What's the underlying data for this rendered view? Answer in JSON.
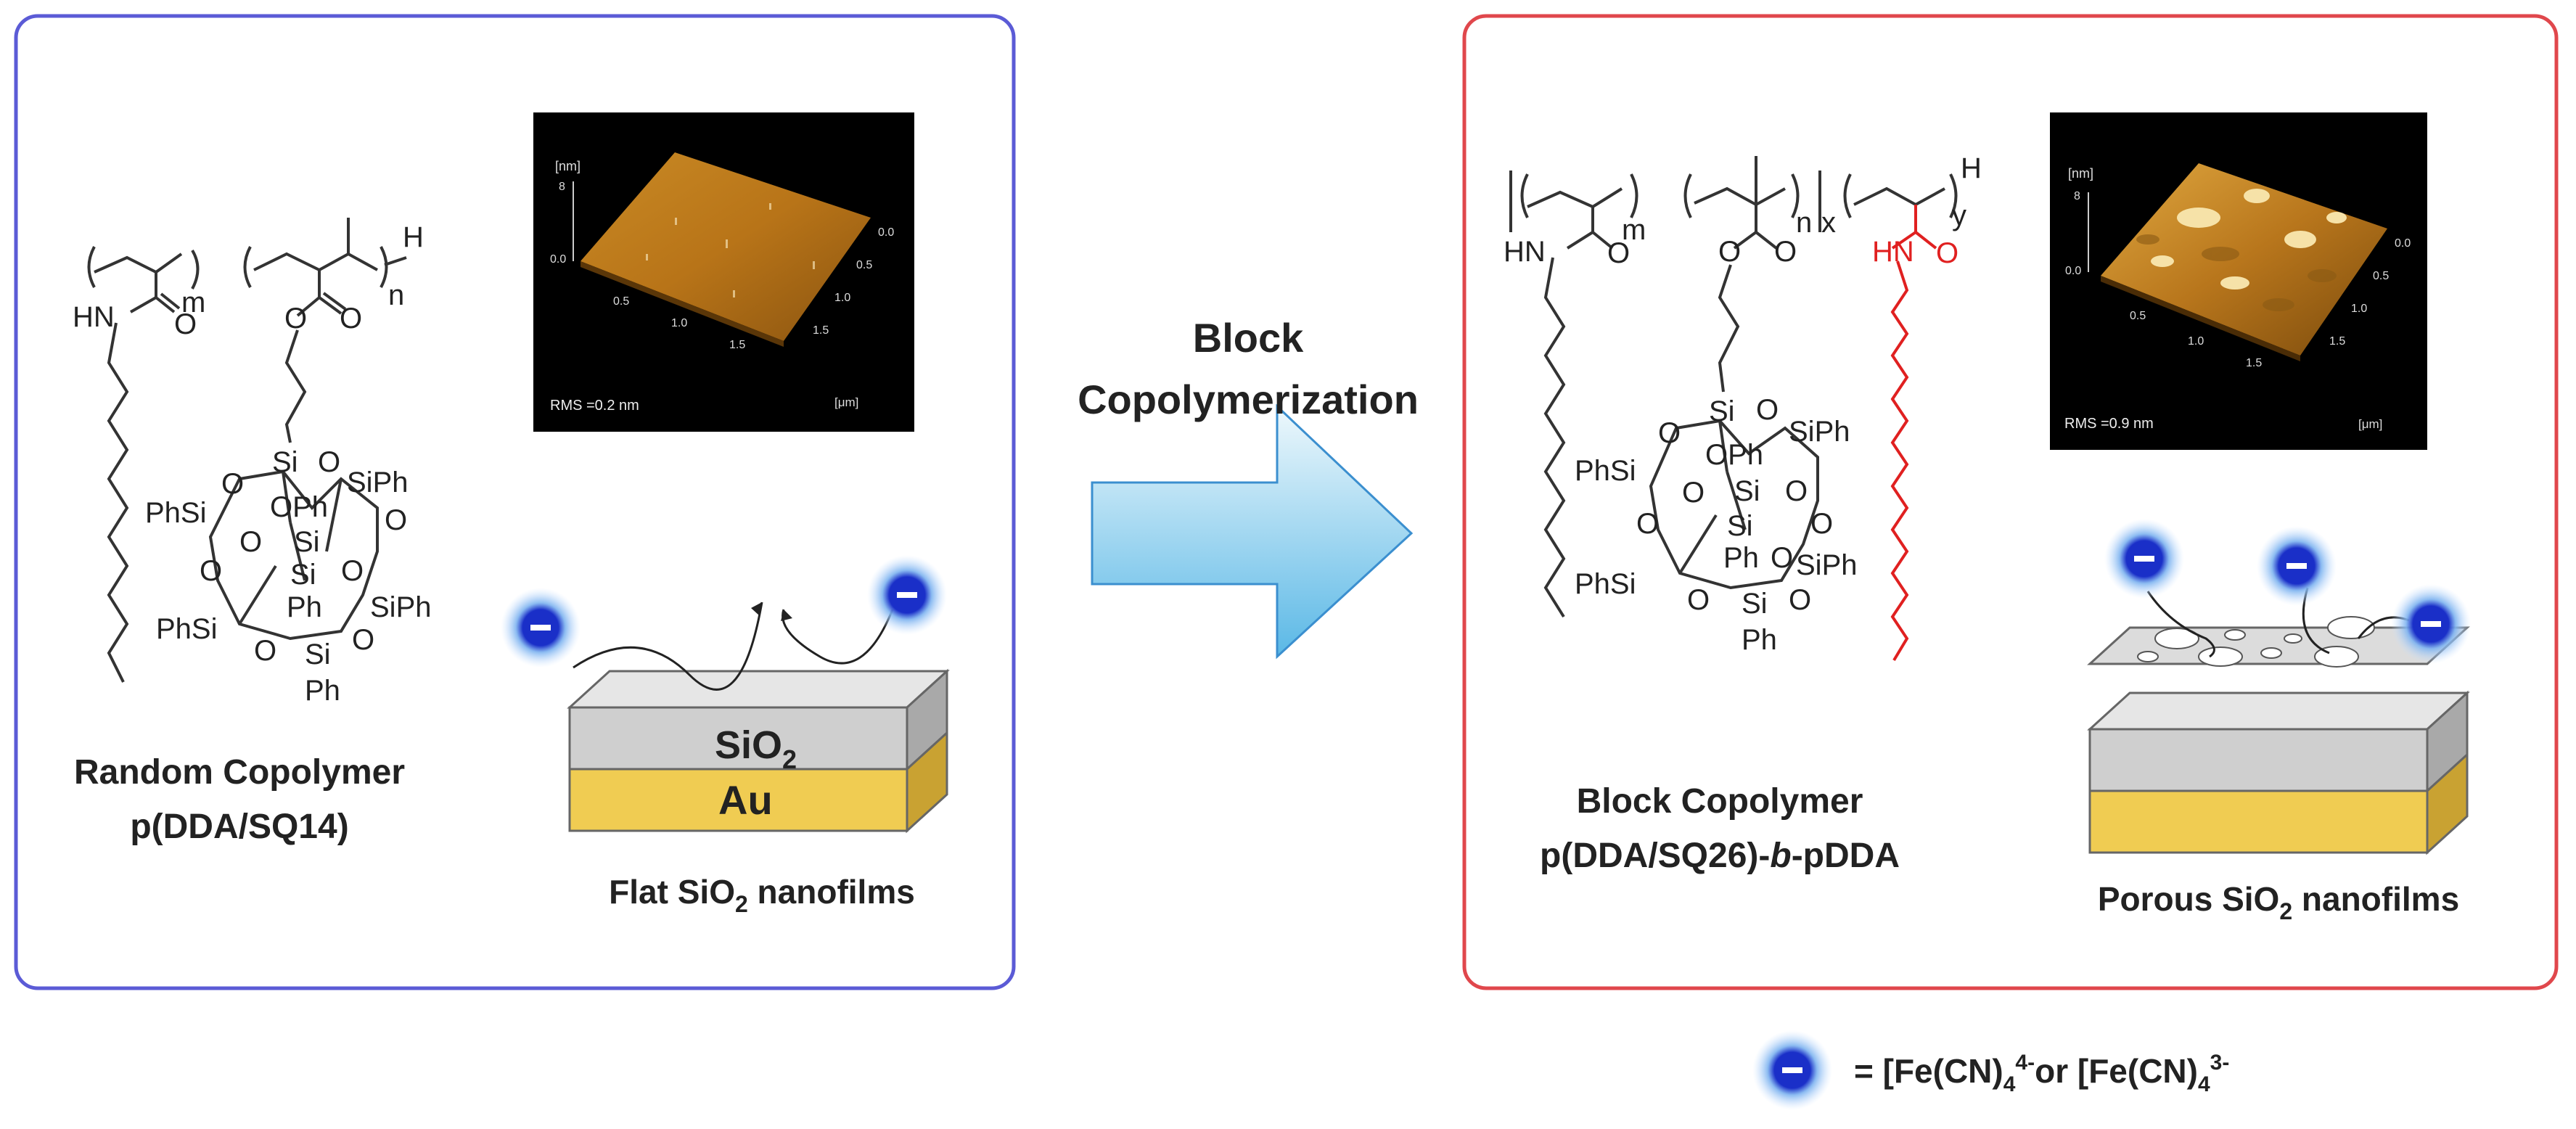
{
  "left_panel": {
    "polymer_name_line1": "Random Copolymer",
    "polymer_name_line2": "p(DDA/SQ14)",
    "film_label_prefix": "Flat SiO",
    "film_label_sub": "2",
    "film_label_suffix": " nanofilms",
    "afm": {
      "unit_z": "[nm]",
      "unit_xy": "[μm]",
      "rms": "RMS =0.2 nm",
      "z_ticks": [
        "8",
        "0.0"
      ],
      "x_ticks": [
        "0.5",
        "1.0",
        "1.5"
      ],
      "y_ticks": [
        "0.0",
        "0.5",
        "1.0",
        "1.5"
      ]
    },
    "chem": {
      "subscript_m": "m",
      "subscript_n": "n",
      "end_h": "H",
      "hn": "HN",
      "o": "O",
      "si": "Si",
      "ph": "Ph",
      "phsi": "PhSi",
      "siph": "SiPh",
      "oph": "OPh"
    }
  },
  "arrow": {
    "line1": "Block",
    "line2": "Copolymerization"
  },
  "right_panel": {
    "polymer_name_line1": "Block Copolymer",
    "polymer_name_line2_a": "p(DDA/SQ26)-",
    "polymer_name_line2_b": "b",
    "polymer_name_line2_c": "-pDDA",
    "film_label_prefix": "Porous SiO",
    "film_label_sub": "2",
    "film_label_suffix": " nanofilms",
    "afm": {
      "unit_z": "[nm]",
      "unit_xy": "[μm]",
      "rms": "RMS =0.9 nm",
      "z_ticks": [
        "8",
        "0.0"
      ],
      "x_ticks": [
        "0.5",
        "1.0",
        "1.5"
      ],
      "y_ticks": [
        "0.0",
        "0.5",
        "1.0",
        "1.5"
      ]
    },
    "chem": {
      "subscript_m": "m",
      "subscript_n": "n",
      "subscript_x": "x",
      "subscript_y": "y",
      "end_h": "H",
      "hn": "HN",
      "o": "O",
      "si": "Si",
      "ph": "Ph",
      "phsi": "PhSi",
      "siph": "SiPh",
      "oph": "OPh"
    }
  },
  "substrate": {
    "top_prefix": "SiO",
    "top_sub": "2",
    "bottom": "Au"
  },
  "legend": {
    "prefix": "= [Fe(CN)",
    "sub1": "4",
    "sup1": "4-",
    "middle": "or  [Fe(CN)",
    "sub2": "4",
    "sup2": "3-"
  },
  "colors": {
    "left_frame": "#5b5bd6",
    "right_frame": "#e0474c",
    "red_chain": "#e02020",
    "arrow_top": "#e6f4fb",
    "arrow_bottom": "#5ab8e6",
    "afm_bg": "#000000"
  }
}
